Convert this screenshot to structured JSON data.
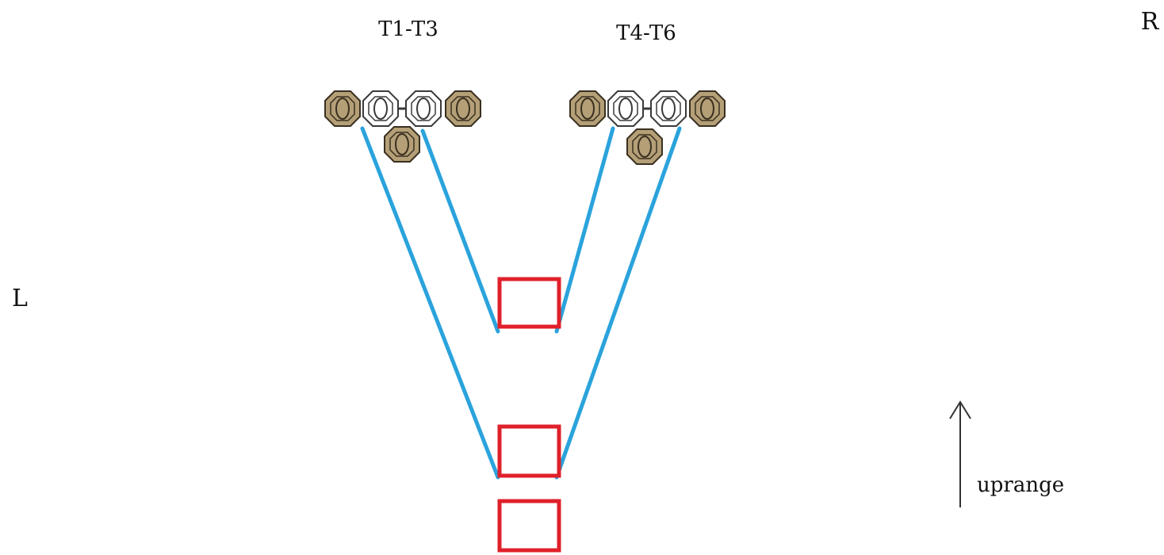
{
  "labels": {
    "group_left": "T1-T3",
    "group_right": "T4-T6",
    "side_left": "L",
    "side_right": "R",
    "direction": "uprange"
  },
  "colors": {
    "beam": "#2aa3dc",
    "marker": "#e0202a",
    "fixture_body": "#b49f77",
    "fixture_outline": "#3a3020",
    "fixture_white": "#ffffff",
    "arrow": "#333333"
  },
  "icons": {
    "fixture": "lighting-instrument-icon",
    "marker": "square-marker-icon",
    "arrow": "arrow-up-icon"
  }
}
